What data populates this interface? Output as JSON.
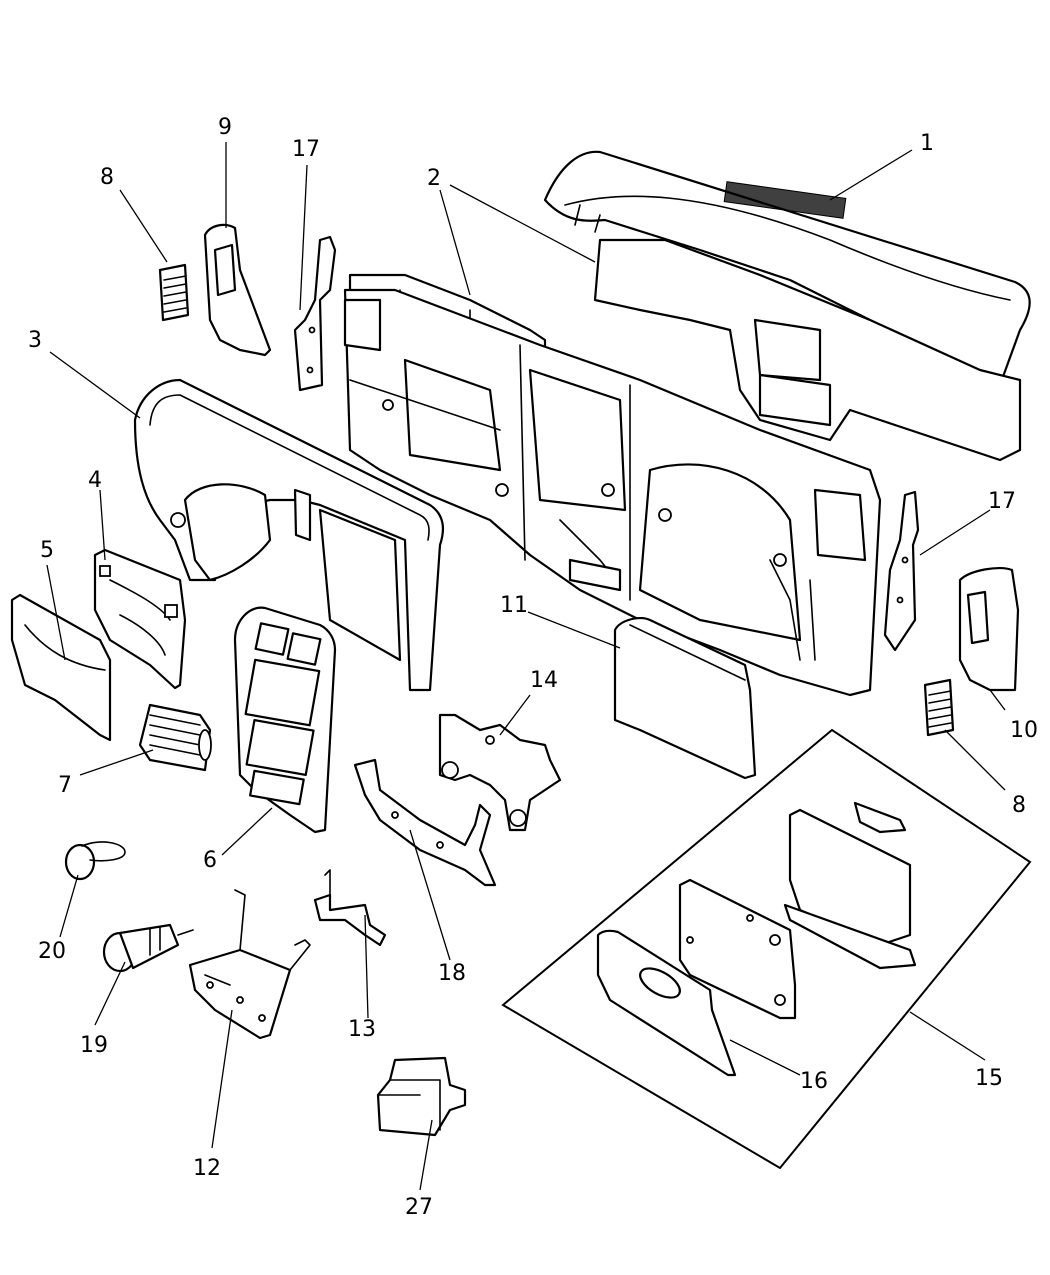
{
  "callouts": {
    "c1": "1",
    "c2": "2",
    "c3": "3",
    "c4": "4",
    "c5": "5",
    "c6": "6",
    "c7": "7",
    "c8a": "8",
    "c8b": "8",
    "c9": "9",
    "c10": "10",
    "c11": "11",
    "c12": "12",
    "c13": "13",
    "c14": "14",
    "c15": "15",
    "c16": "16",
    "c17a": "17",
    "c17b": "17",
    "c18": "18",
    "c19": "19",
    "c20": "20",
    "c27": "27"
  }
}
